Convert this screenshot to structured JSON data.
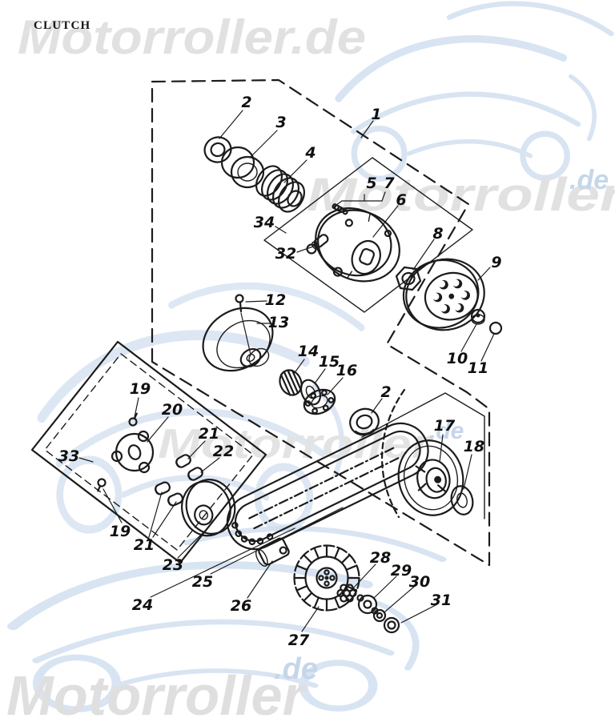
{
  "header": {
    "title": "CLUTCH"
  },
  "watermarks": {
    "top_text": "Motorroller.de",
    "brand_text": "Motorroller",
    "domain_suffix": ".de",
    "gray_color": "#e1e1e1",
    "blue_color": "#c6d6ea"
  },
  "callouts": [
    {
      "label": "1"
    },
    {
      "label": "2"
    },
    {
      "label": "3"
    },
    {
      "label": "4"
    },
    {
      "label": "34"
    },
    {
      "label": "32"
    },
    {
      "label": "5"
    },
    {
      "label": "7"
    },
    {
      "label": "6"
    },
    {
      "label": "8"
    },
    {
      "label": "9"
    },
    {
      "label": "10"
    },
    {
      "label": "11"
    },
    {
      "label": "12"
    },
    {
      "label": "13"
    },
    {
      "label": "14"
    },
    {
      "label": "15"
    },
    {
      "label": "16"
    },
    {
      "label": "2"
    },
    {
      "label": "17"
    },
    {
      "label": "18"
    },
    {
      "label": "19"
    },
    {
      "label": "20"
    },
    {
      "label": "21"
    },
    {
      "label": "22"
    },
    {
      "label": "33"
    },
    {
      "label": "19"
    },
    {
      "label": "21"
    },
    {
      "label": "23"
    },
    {
      "label": "24"
    },
    {
      "label": "25"
    },
    {
      "label": "26"
    },
    {
      "label": "27"
    },
    {
      "label": "28"
    },
    {
      "label": "29"
    },
    {
      "label": "30"
    },
    {
      "label": "31"
    }
  ]
}
